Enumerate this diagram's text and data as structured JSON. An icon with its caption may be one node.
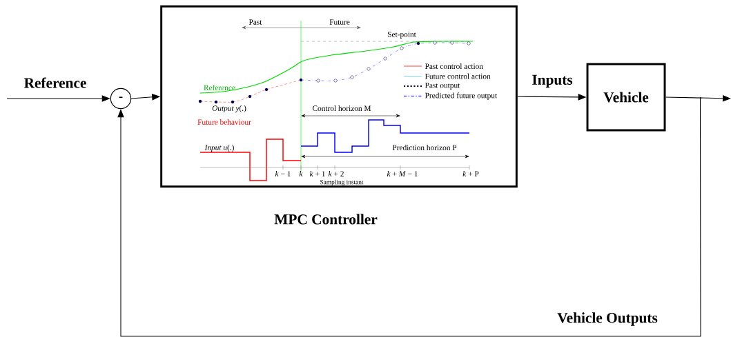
{
  "diagram": {
    "nodes": [
      {
        "text": [
          "-"
        ]
      },
      {
        "text": [
          "MPC Controller"
        ]
      },
      {
        "text": [
          "Vehicle"
        ]
      }
    ],
    "edges": [
      {
        "from": null,
        "to": 0,
        "arrow": "to",
        "label": "Reference"
      },
      {
        "from": 0,
        "to": 1,
        "arrow": "to"
      },
      {
        "from": 1,
        "to": 2,
        "arrow": "to",
        "label": "Inputs"
      },
      {
        "from": 2,
        "to": null,
        "arrow": "to"
      },
      {
        "from": 2,
        "to": 0,
        "arrow": "to",
        "label": "Vehicle Outputs"
      }
    ],
    "labels": [
      "Past",
      "Future",
      "Set-point",
      "Reference",
      "*Output y*(.)",
      "Future behaviour",
      "Control horizon M",
      "*Input u*(.)",
      "Prediction horizon P",
      "*k* − 1",
      "*k*",
      "*k* + 1",
      "*k* + 2",
      "*k* + *M* − 1",
      "*k* + P",
      "Sampling instant"
    ],
    "legend": [
      {
        "text": "Past control action"
      },
      {
        "text": "Future control action"
      },
      {
        "text": "Past output"
      },
      {
        "text": "Predicted future output"
      }
    ]
  }
}
